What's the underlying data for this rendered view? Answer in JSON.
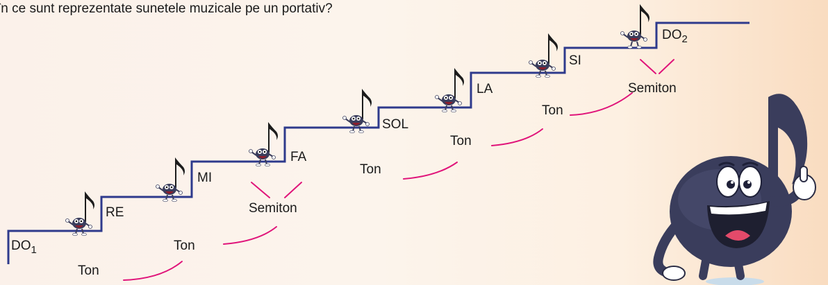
{
  "question": "în ce sunt reprezentate sunetele muzicale pe un portativ?",
  "notes": [
    {
      "name": "DO",
      "sub": "1"
    },
    {
      "name": "RE",
      "sub": ""
    },
    {
      "name": "MI",
      "sub": ""
    },
    {
      "name": "FA",
      "sub": ""
    },
    {
      "name": "SOL",
      "sub": ""
    },
    {
      "name": "LA",
      "sub": ""
    },
    {
      "name": "SI",
      "sub": ""
    },
    {
      "name": "DO",
      "sub": "2"
    }
  ],
  "intervals": [
    "Ton",
    "Ton",
    "Semiton",
    "Ton",
    "Ton",
    "Ton",
    "Semiton"
  ],
  "colors": {
    "stairs": "#2e3a8c",
    "interval_arcs": "#e0147a",
    "note_body": "#3a3d5c"
  },
  "icons": [
    "music-note-character-icon",
    "large-music-note-mascot"
  ]
}
